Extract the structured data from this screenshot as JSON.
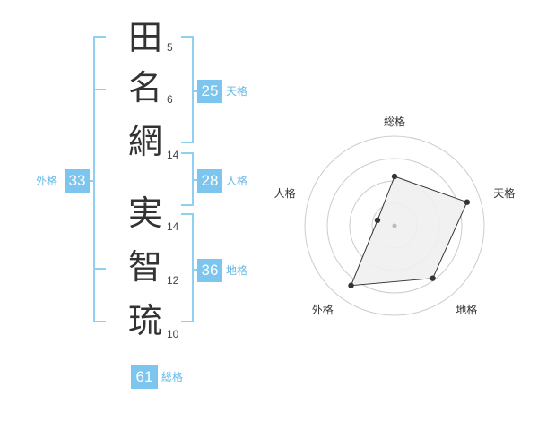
{
  "name": {
    "chars": [
      {
        "char": "田",
        "strokes": "5"
      },
      {
        "char": "名",
        "strokes": "6"
      },
      {
        "char": "網",
        "strokes": "14"
      },
      {
        "char": "実",
        "strokes": "14"
      },
      {
        "char": "智",
        "strokes": "12"
      },
      {
        "char": "琉",
        "strokes": "10"
      }
    ]
  },
  "fortunes": {
    "tenkaku": {
      "value": "25",
      "label": "天格"
    },
    "jinkaku": {
      "value": "28",
      "label": "人格"
    },
    "chikaku": {
      "value": "36",
      "label": "地格"
    },
    "gaikaku": {
      "value": "33",
      "label": "外格"
    },
    "soukaku": {
      "value": "61",
      "label": "総格"
    }
  },
  "chart_data": {
    "type": "radar",
    "axes": [
      "総格",
      "天格",
      "地格",
      "外格",
      "人格"
    ],
    "rings": 4,
    "values": [
      2.2,
      3.4,
      2.9,
      3.3,
      0.8
    ],
    "max": 4,
    "fill_color": "#efefef",
    "line_color": "#333333",
    "grid_color": "#cccccc"
  }
}
